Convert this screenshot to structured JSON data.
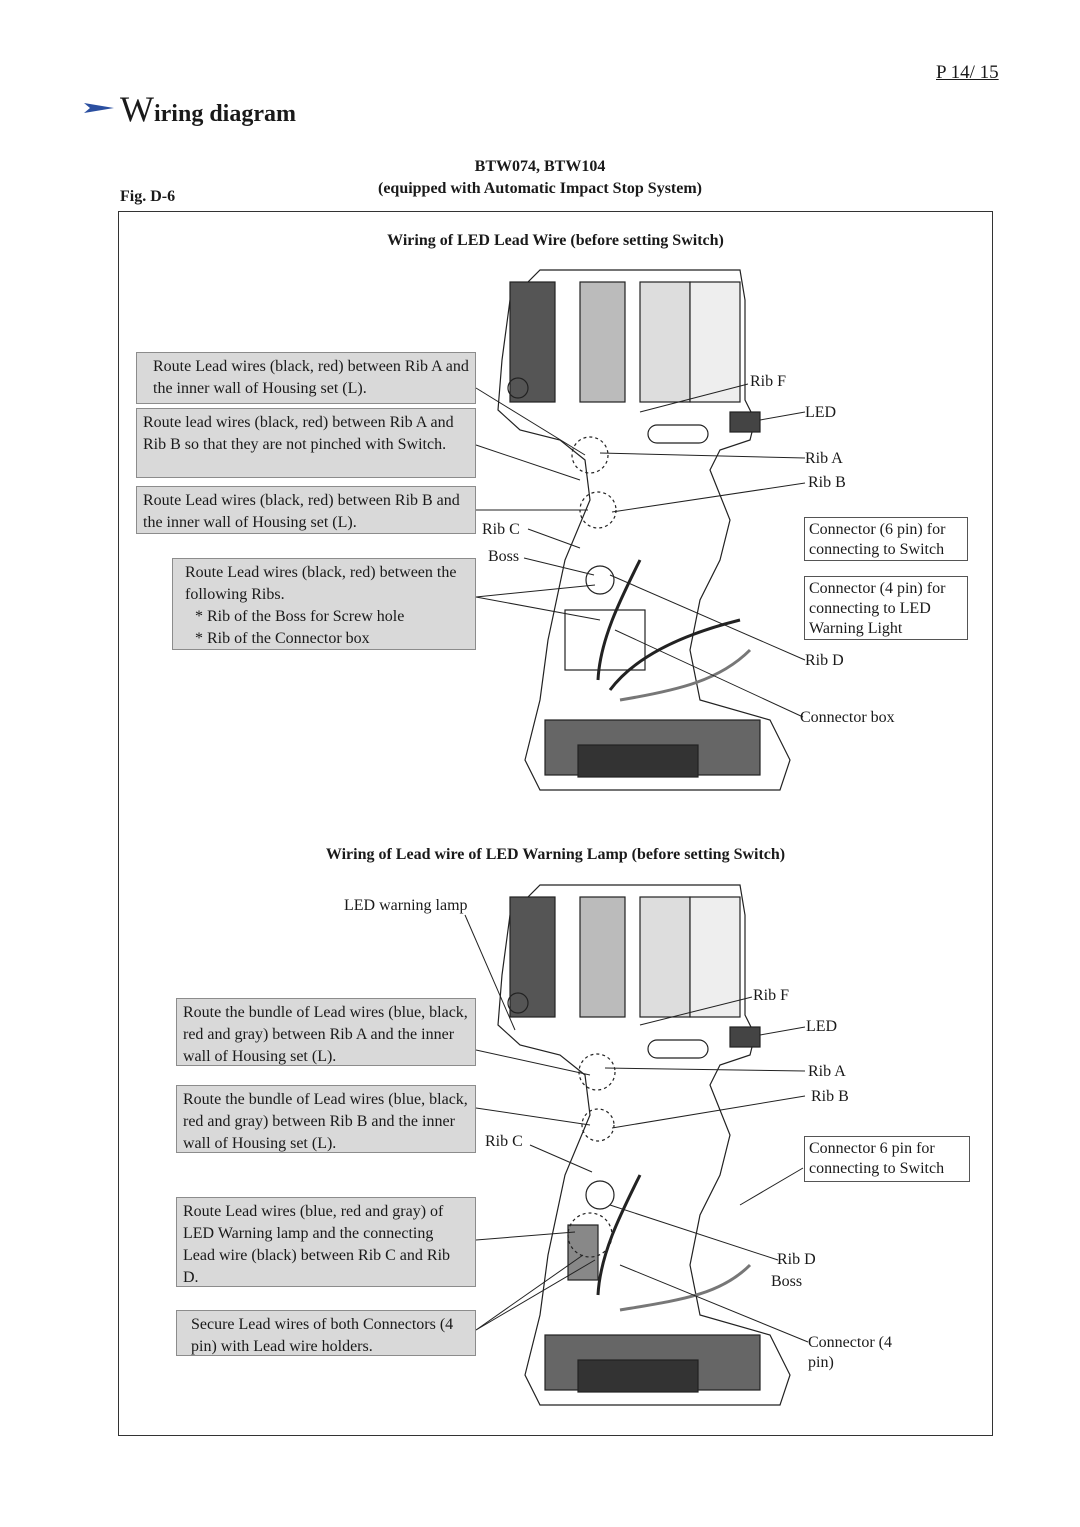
{
  "page": {
    "number": "P 14/ 15"
  },
  "header": {
    "title_initial": "W",
    "title_rest": "iring diagram"
  },
  "figure": {
    "models": "BTW074, BTW104",
    "subtitle": "(equipped with Automatic Impact Stop System)",
    "label": "Fig.  D-6"
  },
  "section1": {
    "heading": "Wiring of LED Lead Wire   (before setting Switch)",
    "notes": [
      "Route Lead wires (black, red) between Rib A and the inner wall of Housing set (L).",
      "Route lead wires (black, red) between Rib A and Rib B so that they are not pinched with Switch.",
      "Route Lead wires (black, red) between Rib B and the inner wall of Housing set (L).",
      "Route Lead wires (black, red) between the following Ribs.",
      "* Rib of the Boss for Screw hole",
      "* Rib of the Connector box"
    ],
    "labels": {
      "rib_f": "Rib F",
      "led": "LED",
      "rib_a": "Rib A",
      "rib_b": "Rib B",
      "rib_c": "Rib C",
      "boss": "Boss",
      "connector6": "Connector (6 pin) for connecting to Switch",
      "connector4": "Connector (4 pin) for connecting to LED Warning Light",
      "rib_d": "Rib D",
      "connector_box": "Connector box"
    }
  },
  "section2": {
    "heading": "Wiring of Lead wire of LED Warning Lamp   (before setting Switch)",
    "notes": [
      "Route the bundle of Lead wires (blue, black, red and gray) between Rib A and the inner wall of Housing set (L).",
      "Route the bundle of Lead wires (blue, black, red and gray) between Rib B and the inner wall of Housing set (L).",
      "Route Lead wires (blue, red and gray) of LED Warning lamp and the connecting Lead wire (black) between Rib C and Rib D.",
      "Secure Lead wires of both Connectors (4 pin) with Lead wire holders."
    ],
    "labels": {
      "led_warning_lamp": "LED warning lamp",
      "rib_f": "Rib F",
      "led": "LED",
      "rib_a": "Rib A",
      "rib_b": "Rib B",
      "rib_c": "Rib C",
      "connector6": "Connector 6 pin for connecting to Switch",
      "rib_d": "Rib D",
      "boss": "Boss",
      "connector4": "Connector (4 pin)"
    }
  },
  "colors": {
    "note_bg": "#d9d9d9",
    "arrow": "#2b4fa0"
  }
}
